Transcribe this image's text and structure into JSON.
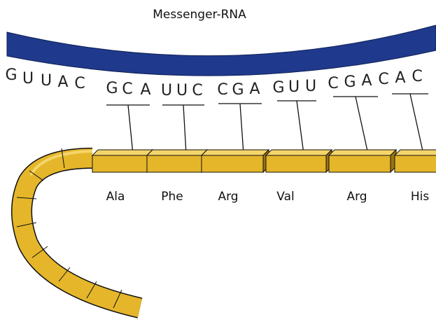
{
  "title": "Messenger-RNA",
  "bases": [
    "G",
    "U",
    "U",
    "A",
    "C",
    "G",
    "C",
    "A",
    "U",
    "U",
    "C",
    "C",
    "G",
    "A",
    "G",
    "U",
    "U",
    "C",
    "G",
    "A",
    "C",
    "A",
    "C"
  ],
  "amino_acids": [
    "Ala",
    "Phe",
    "Arg",
    "Val",
    "Arg",
    "His"
  ],
  "colors": {
    "rna_strand": "#1f3a8c",
    "chain_fill": "#e5b62a",
    "chain_top": "#f4d56a",
    "chain_dark": "#9a7410",
    "outline": "#111111"
  }
}
